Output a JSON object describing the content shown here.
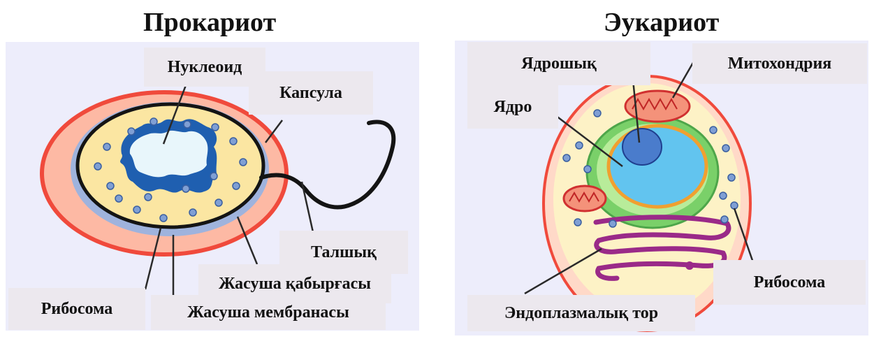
{
  "left": {
    "title": "Прокариот",
    "labels": {
      "nucleoid": "Нуклеоид",
      "capsule": "Капсула",
      "flagellum": "Талшық",
      "cell_wall": "Жасуша қабырғасы",
      "ribosome": "Рибосома",
      "cell_membrane": "Жасуша мембранасы"
    }
  },
  "right": {
    "title": "Эукариот",
    "labels": {
      "nucleolus": "Ядрошық",
      "mitochondria": "Митохондрия",
      "nucleus": "Ядро",
      "ribosome": "Рибосома",
      "er": "Эндоплазмалық  тор"
    }
  },
  "colors": {
    "panel_bg": "#ededfb",
    "label_bg": "#ece8ee",
    "capsule_red": "#f04a3c",
    "cytoplasm": "#fbe6a2",
    "membrane_blue": "#9fb3dd",
    "nucleoid_blue": "#1f5fb0",
    "nucleus_blue": "#62c4ef",
    "er_purple": "#9a2a88",
    "golgi_green": "#7ad069"
  }
}
